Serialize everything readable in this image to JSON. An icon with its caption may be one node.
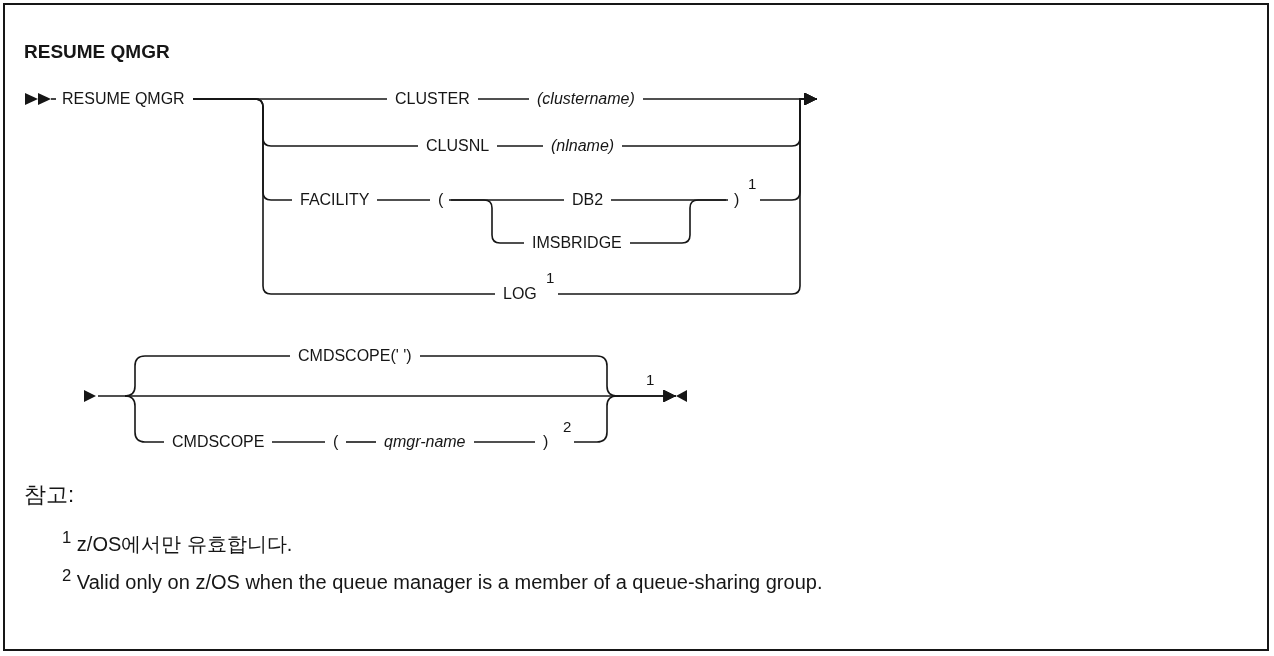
{
  "diagram": {
    "title": "RESUME QMGR",
    "nodes": [
      {
        "text": [
          "RESUME QMGR"
        ]
      },
      {
        "text": [
          "CLUSTER"
        ]
      },
      {
        "text": [
          "(clustername)"
        ]
      },
      {
        "text": [
          "CLUSNL"
        ]
      },
      {
        "text": [
          "(nlname)"
        ]
      },
      {
        "text": [
          "FACILITY"
        ]
      },
      {
        "text": [
          "("
        ]
      },
      {
        "text": [
          "DB2"
        ]
      },
      {
        "text": [
          "IMSBRIDGE"
        ]
      },
      {
        "text": [
          ")"
        ]
      },
      {
        "text": [
          "LOG"
        ]
      },
      {
        "text": [
          "CMDSCOPE(' ')"
        ]
      },
      {
        "text": [
          "CMDSCOPE"
        ]
      },
      {
        "text": [
          "("
        ]
      },
      {
        "text": [
          "qmgr-name"
        ]
      },
      {
        "text": [
          ")"
        ]
      }
    ],
    "edges": [
      {
        "from": 0,
        "to": 1,
        "arrow": "none"
      },
      {
        "from": 0,
        "to": 3,
        "arrow": "none"
      },
      {
        "from": 0,
        "to": 5,
        "arrow": "none"
      },
      {
        "from": 0,
        "to": 10,
        "arrow": "none"
      },
      {
        "from": 1,
        "to": 2,
        "arrow": "none"
      },
      {
        "from": 3,
        "to": 4,
        "arrow": "none"
      },
      {
        "from": 5,
        "to": 6,
        "arrow": "none"
      },
      {
        "from": 6,
        "to": 7,
        "arrow": "none"
      },
      {
        "from": 6,
        "to": 8,
        "arrow": "none"
      },
      {
        "from": 7,
        "to": 9,
        "arrow": "none"
      },
      {
        "from": 8,
        "to": 9,
        "arrow": "none"
      },
      {
        "from": 12,
        "to": 13,
        "arrow": "none"
      },
      {
        "from": 13,
        "to": 14,
        "arrow": "none"
      },
      {
        "from": 14,
        "to": 15,
        "arrow": "none"
      },
      {
        "from": 2,
        "to": null,
        "arrow": "to"
      },
      {
        "from": 4,
        "to": null,
        "arrow": "to"
      },
      {
        "from": 9,
        "to": null,
        "arrow": "to"
      },
      {
        "from": 10,
        "to": null,
        "arrow": "to"
      },
      {
        "from": null,
        "to": 11,
        "arrow": "none"
      },
      {
        "from": null,
        "to": 12,
        "arrow": "none"
      },
      {
        "from": 11,
        "to": null,
        "arrow": "to"
      },
      {
        "from": 15,
        "to": null,
        "arrow": "to"
      }
    ],
    "labels": [
      "1",
      "1",
      "1",
      "2",
      "참고:",
      "$^{1}$ z/OS에서만 유효합니다.",
      "$^{2}$ Valid only on z/OS when the queue manager is a member of a queue-sharing group."
    ]
  }
}
